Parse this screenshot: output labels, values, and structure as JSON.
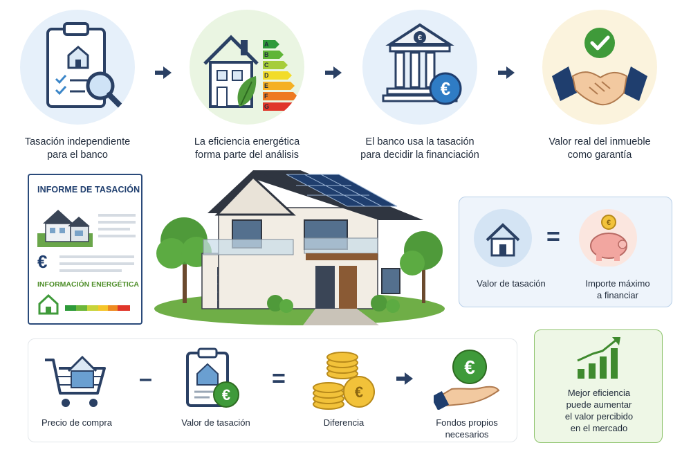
{
  "steps": [
    {
      "caption_l1": "Tasación independiente",
      "caption_l2": "para el banco",
      "icon": "appraisal-clipboard-icon"
    },
    {
      "caption_l1": "La eficiencia energética",
      "caption_l2": "forma parte del análisis",
      "icon": "energy-efficiency-house-icon",
      "scale": [
        "A",
        "B",
        "C",
        "D",
        "E",
        "F",
        "G"
      ]
    },
    {
      "caption_l1": "El banco usa la tasación",
      "caption_l2": "para decidir la financiación",
      "icon": "bank-euro-icon"
    },
    {
      "caption_l1": "Valor real del inmueble",
      "caption_l2": "como garantía",
      "icon": "handshake-check-icon"
    }
  ],
  "report": {
    "title": "INFORME DE TASACIÓN",
    "energy_title": "INFORMACIÓN ENERGÉTICA",
    "currency_symbol": "€"
  },
  "valuation": {
    "left_label": "Valor de tasación",
    "equals": "=",
    "right_label_l1": "Importe máximo",
    "right_label_l2": "a financiar",
    "coin_symbol": "€"
  },
  "formula": {
    "items": [
      {
        "label_l1": "Precio de compra",
        "label_l2": "",
        "icon": "shopping-cart-house-icon"
      },
      {
        "label_l1": "Valor de tasación",
        "label_l2": "",
        "icon": "clipboard-euro-icon"
      },
      {
        "label_l1": "Diferencia",
        "label_l2": "",
        "icon": "coins-stack-icon"
      },
      {
        "label_l1": "Fondos propios",
        "label_l2": "necesarios",
        "icon": "hand-euro-icon"
      }
    ],
    "minus": "–",
    "equals": "=",
    "euro": "€"
  },
  "market": {
    "line1": "Mejor eficiencia",
    "line2": "puede aumentar",
    "line3": "el valor percibido",
    "line4": "en el mercado"
  },
  "colors": {
    "navy": "#2a4064",
    "green": "#4f9a3a",
    "light_blue": "#e6f0fa",
    "light_green": "#eaf5e2",
    "light_yellow": "#fbf3dd"
  }
}
